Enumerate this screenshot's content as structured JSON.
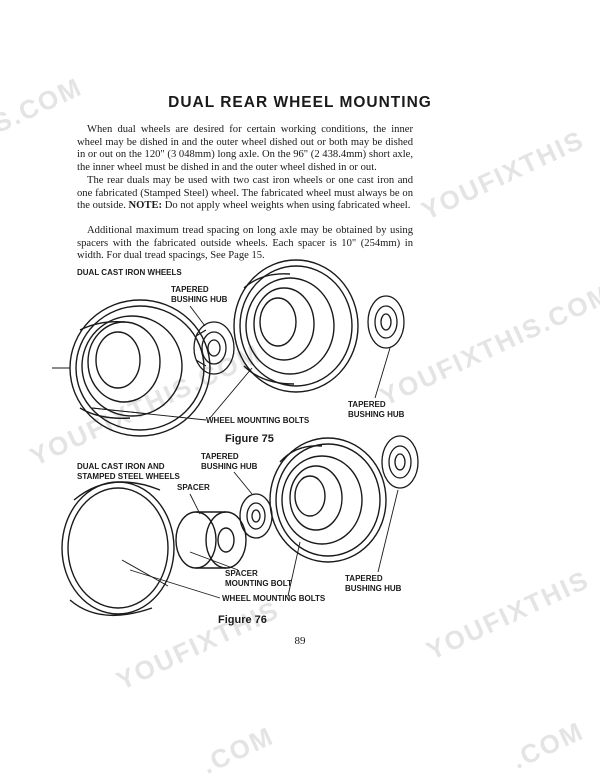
{
  "title": "DUAL REAR WHEEL MOUNTING",
  "paragraphs": [
    "When dual wheels are desired for certain working conditions, the inner wheel may be dished in and the outer wheel dished out or both may be dished in or out on the 120\" (3 048mm) long axle. On the 96\" (2 438.4mm) short axle, the inner wheel must be dished in and the outer wheel dished in or out.",
    "Do not apply wheel weights when using fabricated wheel.",
    "Additional maximum tread spacing on long axle may be obtained by using spacers with the fabricated outside wheels. Each spacer is 10\" (254mm) in width. For dual tread spacings, See Page 15."
  ],
  "para2_start": "The rear duals may be used with two cast iron wheels or one cast iron and one fabricated (Stamped Steel) wheel. The fabricated wheel must always be on the outside. ",
  "para2_note": "NOTE:",
  "figure75": {
    "heading": "DUAL CAST IRON WHEELS",
    "label_tapered_top": "TAPERED\nBUSHING HUB",
    "label_tapered_right": "TAPERED\nBUSHING HUB",
    "label_bolts": "WHEEL MOUNTING BOLTS",
    "caption": "Figure 75"
  },
  "figure76": {
    "heading": "DUAL CAST IRON AND\nSTAMPED STEEL WHEELS",
    "label_tapered_top": "TAPERED\nBUSHING HUB",
    "label_spacer": "SPACER",
    "label_spacer_bolt": "SPACER\nMOUNTING BOLT",
    "label_tapered_right": "TAPERED\nBUSHING HUB",
    "label_bolts": "WHEEL MOUNTING BOLTS",
    "caption": "Figure 76"
  },
  "page_number": "89",
  "watermarks": [
    "S.COM",
    "YOUFIXTHIS",
    "YOUFIXTHIS.COM",
    "YOUFIXTHIS",
    "YOUFIXTHIS.COM",
    "YOUFIXTHIS",
    ".COM",
    ".COM"
  ]
}
